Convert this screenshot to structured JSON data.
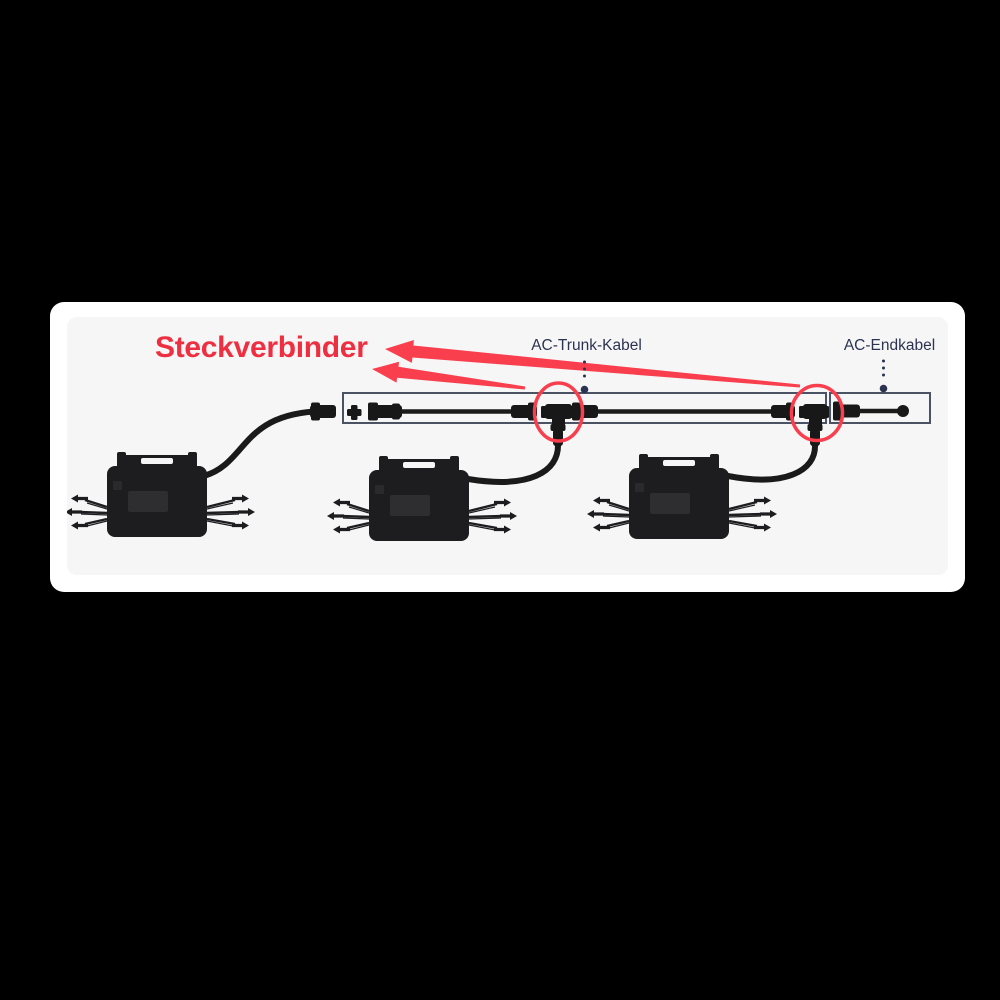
{
  "diagram_title": {
    "text": "Steckverbinder"
  },
  "labels": {
    "trunk_cable": "AC-Trunk-Kabel",
    "end_cable": "AC-Endkabel"
  },
  "colors": {
    "highlight_red": "#ee2f41",
    "arrow_red": "#f93f4e",
    "label_navy": "#2b3350",
    "device_black": "#1d1d1f",
    "box_border": "#4a5264",
    "panel_bg": "#f6f6f7",
    "card_bg": "#ffffff",
    "page_bg": "#000000"
  },
  "components": {
    "microinverter_count": "3",
    "highlight_circle_count": "2",
    "red_arrow_count": "2"
  }
}
